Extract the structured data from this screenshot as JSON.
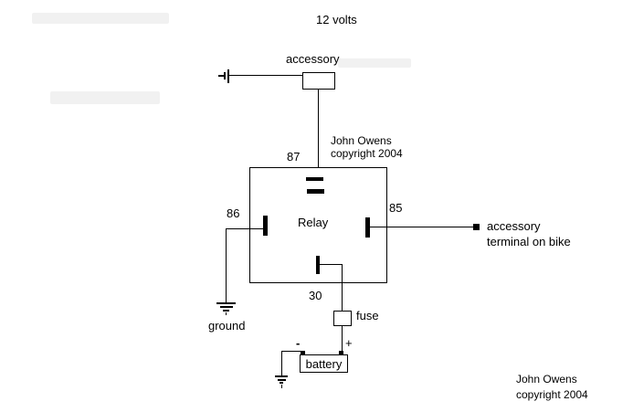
{
  "colors": {
    "ink": "#000000",
    "paper": "#ffffff"
  },
  "header": {
    "voltage": "12 volts"
  },
  "accessory_block": {
    "label": "accessory"
  },
  "relay_block": {
    "label": "Relay",
    "pin_87": "87",
    "pin_86": "86",
    "pin_85": "85",
    "pin_30": "30"
  },
  "credit_middle": {
    "line1": "John Owens",
    "line2": "copyright 2004"
  },
  "credit_bottom": {
    "line1": "John Owens",
    "line2": "copyright 2004"
  },
  "output_label": {
    "line1": "accessory",
    "line2": "terminal on bike"
  },
  "ground_block": {
    "label": "ground"
  },
  "fuse_block": {
    "label": "fuse"
  },
  "battery_block": {
    "label": "battery",
    "negative": "-",
    "positive": "+"
  }
}
